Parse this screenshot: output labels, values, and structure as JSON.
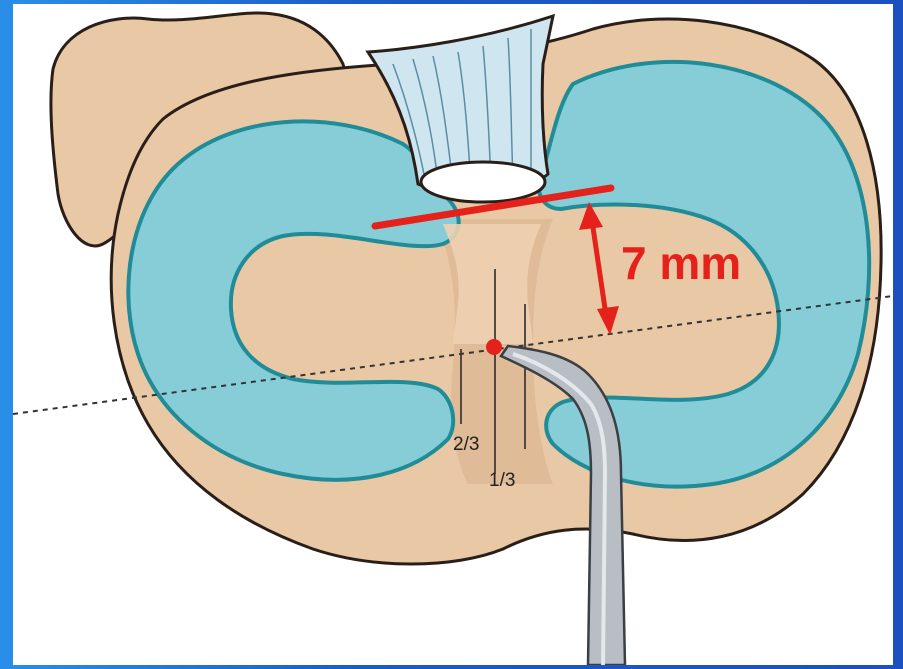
{
  "diagram": {
    "measurement_label": "7 mm",
    "line_label_outer": "2/3",
    "line_label_inner": "1/3"
  },
  "colors": {
    "frame_blue": "#1f64d0",
    "bone": "#e9c8a6",
    "bone_shadow": "#c9a585",
    "meniscus": "#86cdd8",
    "meniscus_edge": "#1f8c98",
    "accent_red": "#e5211c",
    "instrument": "#b8bec3"
  }
}
